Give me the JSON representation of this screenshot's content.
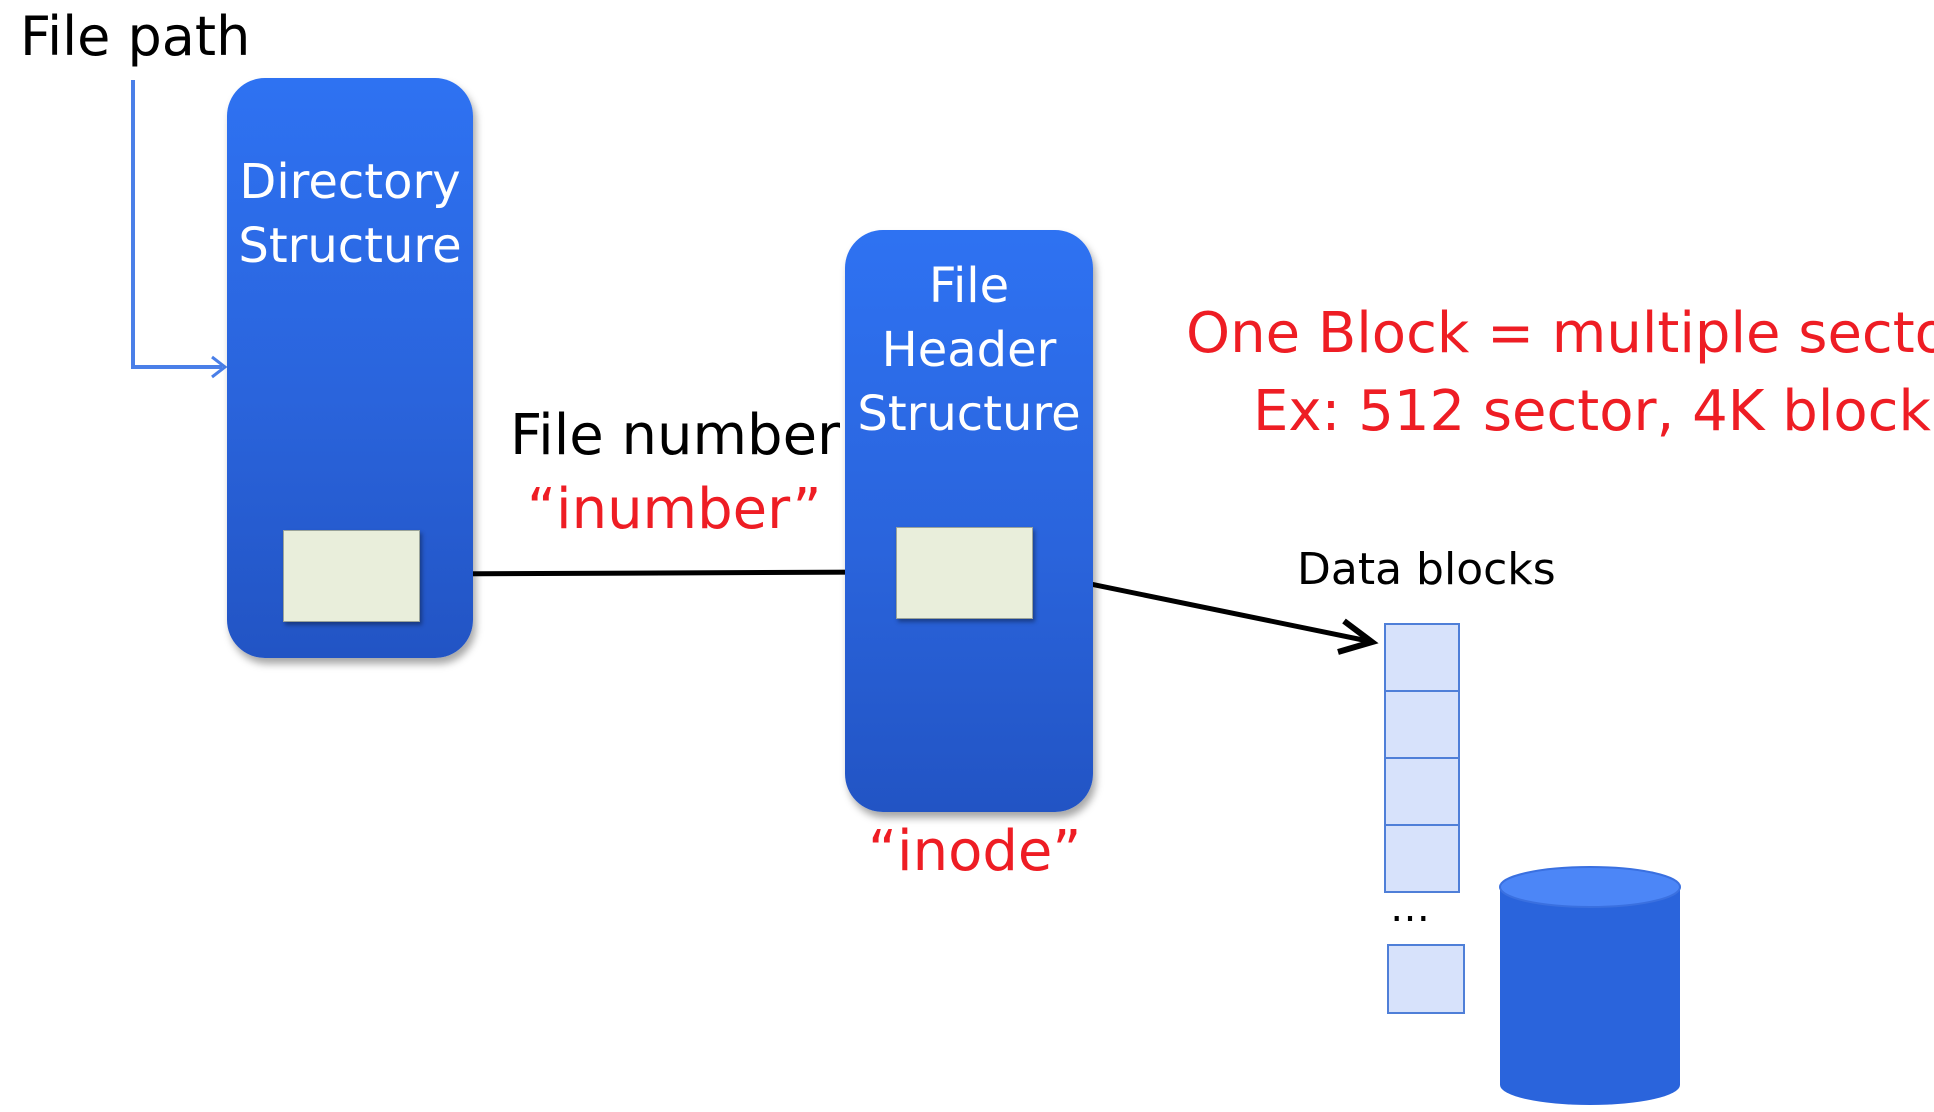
{
  "labels": {
    "file_path": "File path",
    "directory_structure_line1": "Directory",
    "directory_structure_line2": "Structure",
    "file_header_line1": "File",
    "file_header_line2": "Header",
    "file_header_line3": "Structure",
    "file_number": "File number",
    "inumber": "“inumber”",
    "inode": "“inode”",
    "one_block": "One Block = multiple sectors",
    "example": "Ex: 512 sector,  4K block",
    "data_blocks": "Data blocks",
    "ellipsis": "…"
  },
  "colors": {
    "panel_blue": "#2a64dc",
    "path_line_blue": "#4a7fe8",
    "annotation_red": "#ee1d24",
    "slot_fill": "#e9eedb",
    "block_fill": "#d7e2fb"
  }
}
